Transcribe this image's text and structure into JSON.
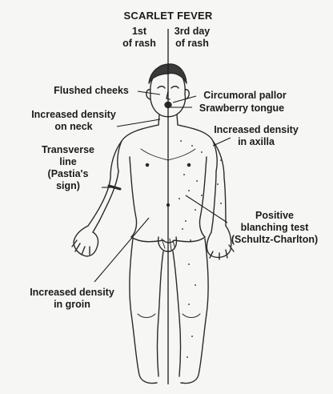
{
  "title": "SCARLET FEVER",
  "left_header": [
    "1st",
    "of rash"
  ],
  "right_header": [
    "3rd day",
    "of rash"
  ],
  "labels": {
    "flushed_cheeks": [
      "Flushed cheeks"
    ],
    "circumoral_pallor": [
      "Circumoral pallor"
    ],
    "strawberry_tongue": [
      "Srawberry tongue"
    ],
    "density_neck": [
      "Increased density",
      "on neck"
    ],
    "density_axilla": [
      "Increased density",
      "in axilla"
    ],
    "transverse_line": [
      "Transverse",
      "line",
      "(Pastia's",
      "sign)"
    ],
    "blanching_test": [
      "Positive",
      "blanching test",
      "(Schultz-Charlton)"
    ],
    "density_groin": [
      "Increased density",
      "in groin"
    ]
  },
  "colors": {
    "ink": "#1b1b1b",
    "paper": "#f6f6f4"
  }
}
